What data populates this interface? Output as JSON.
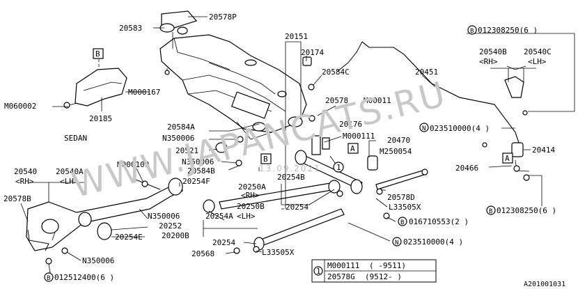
{
  "watermark": "WWW.JAPANCATS.RU",
  "watermark_small": "13.09.2021",
  "footer_code": "A201001031",
  "sedan_label": "SEDAN",
  "labels": {
    "p20583": "20583",
    "p20578P": "20578P",
    "p20151": "20151",
    "p20174": "20174",
    "p20584C": "20584C",
    "p20451": "20451",
    "p20540B": "20540B",
    "p20540C": "20540C",
    "rh1": "<RH>",
    "lh1": "<LH>",
    "b012308250_top": "012308250(6 )",
    "box_b_top": "B",
    "m000167": "M000167",
    "m060002": "M060002",
    "p20185": "20185",
    "p20578": "20578",
    "m00011": "M00011",
    "p20176": "20176",
    "p20584A": "20584A",
    "n350006a": "N350006",
    "p20521": "20521",
    "n350006b": "N350006",
    "p20584B": "20584B",
    "m000111": "M000111",
    "p20470": "20470",
    "m250054": "M250054",
    "n023510000_top": "023510000(4 )",
    "p20414": "20414",
    "p20466": "20466",
    "p20540": "20540",
    "p20540A": "20540A",
    "rh2": "<RH>",
    "lh2": "<LH>",
    "m000109": "M000109",
    "p20254F": "20254F",
    "p20578B": "20578B",
    "p20250A": "20250A",
    "rh3": "<RH>",
    "p20250B": "20250B",
    "p20254B": "20254B",
    "p20254": "20254",
    "p20578D": "20578D",
    "l33505x_a": "L33505X",
    "b012308250_bot": "012308250(6 )",
    "n350006c": "N350006",
    "p20252": "20252",
    "p20254A": "20254A",
    "lh3": "<LH>",
    "p20200B": "20200B",
    "p20254E": "20254E",
    "b016710553": "016710553(2 )",
    "n023510000_bot": "023510000(4 )",
    "p20254_bot": "20254",
    "p20568": "20568",
    "l33505x_b": "L33505X",
    "n350006d": "N350006",
    "b012512400": "012512400(6 )",
    "box_b_mid": "B",
    "box_a1": "A",
    "box_a2": "A",
    "ref1": "1"
  },
  "notes_table": {
    "key": "1",
    "rows": [
      {
        "part": "M000111",
        "range": "(      -9511)"
      },
      {
        "part": "20578G",
        "range": "(9512-      )"
      }
    ]
  }
}
